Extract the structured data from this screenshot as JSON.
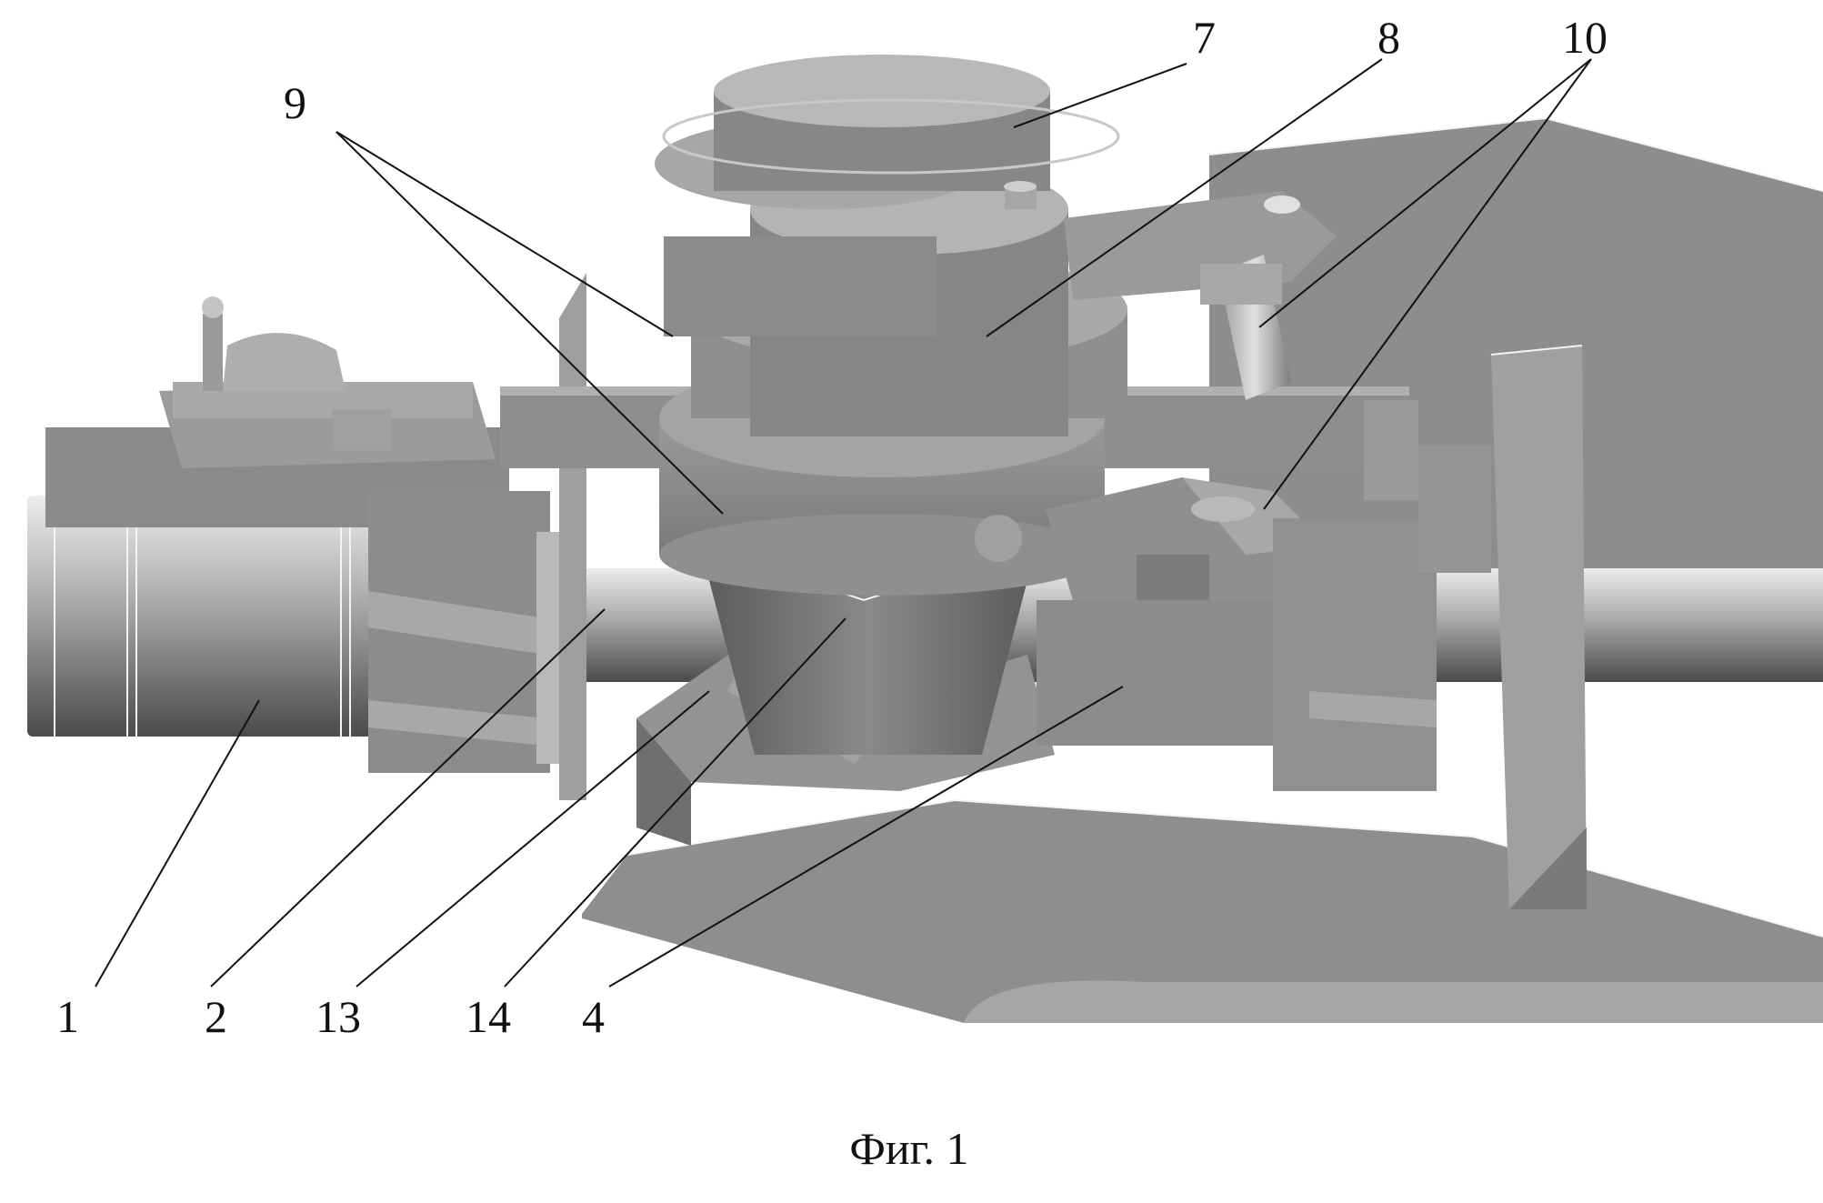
{
  "figure": {
    "caption": "Фиг. 1",
    "labels": {
      "l1": "1",
      "l2": "2",
      "l4": "4",
      "l7": "7",
      "l8": "8",
      "l9": "9",
      "l10": "10",
      "l13": "13",
      "l14": "14"
    }
  }
}
